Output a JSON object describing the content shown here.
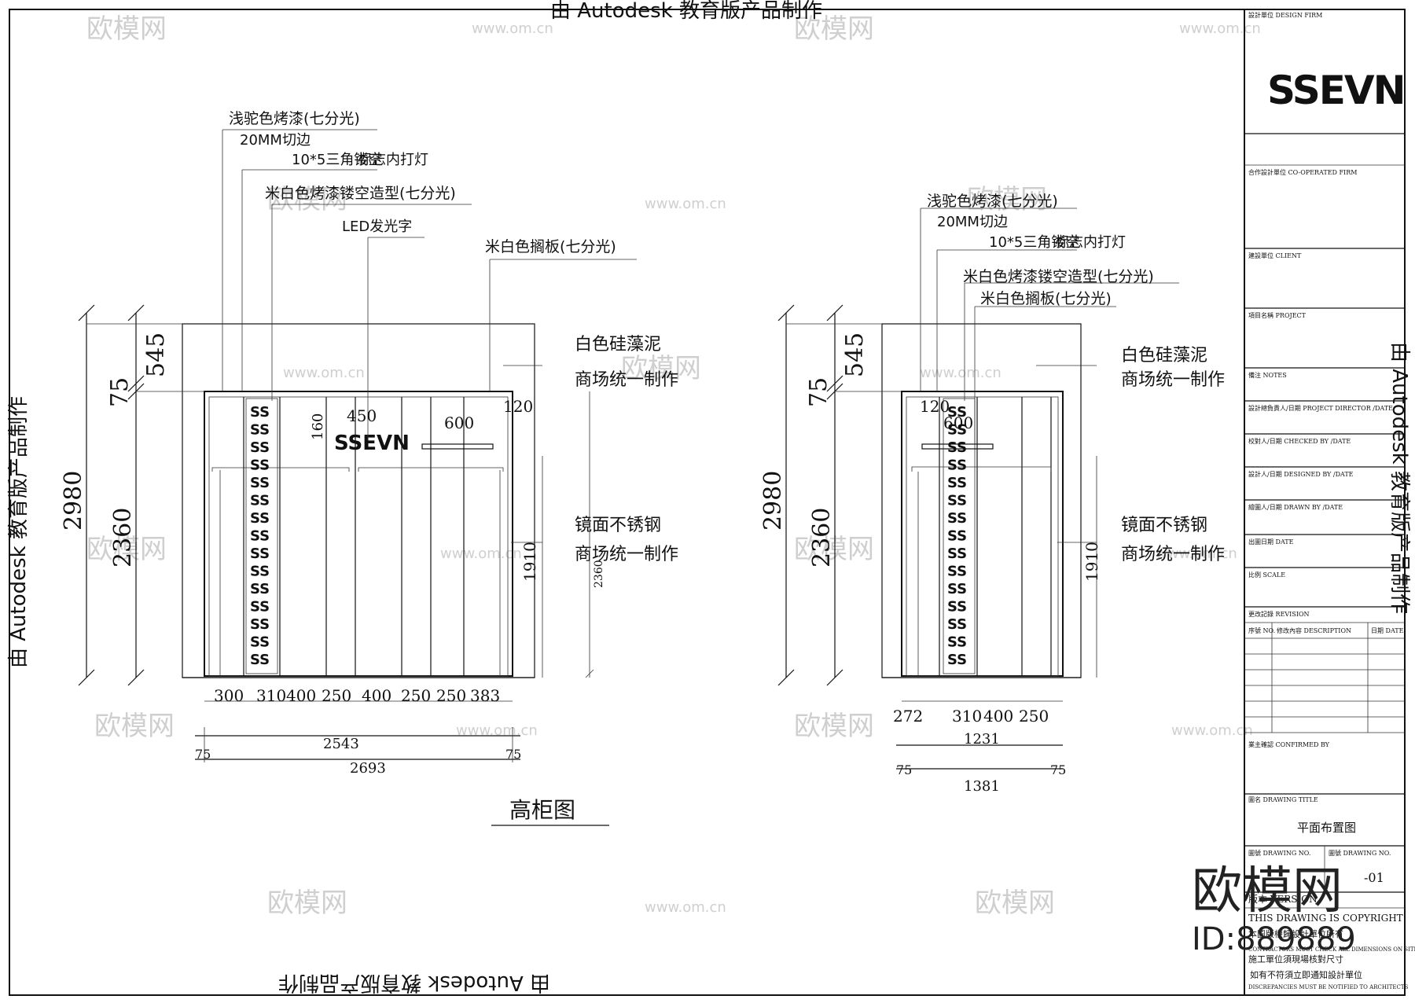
{
  "banner": {
    "top": "由 Autodesk 教育版产品制作",
    "bottom": "由 Autodesk 教育版产品制作",
    "left": "由 Autodesk 教育版产品制作",
    "right": "由 Autodesk 教育版产品制作"
  },
  "watermark": {
    "site": "www.om.cn",
    "short": "om.cn",
    "brand": "欧模网",
    "brand_big": "欧模网",
    "id": "ID:889889"
  },
  "left_elev": {
    "labels": {
      "l1": "浅驼色烤漆(七分光)",
      "l2": "20MM切边",
      "l3": "10*5三角镂空",
      "l3b": "标志内打灯",
      "l4": "米白色烤漆镂空造型(七分光)",
      "l5": "LED发光字",
      "l6": "米白色搁板(七分光)",
      "r1": "白色硅藻泥",
      "r1b": "商场统一制作",
      "r2": "镜面不锈钢",
      "r2b": "商场统一制作"
    },
    "dims": {
      "h545": "545",
      "h75": "75",
      "h2980": "2980",
      "h2360": "2360",
      "d160": "160",
      "d450": "450",
      "d600": "600",
      "d120": "120",
      "d1910": "1910",
      "d2360": "2360",
      "b1": "300",
      "b2": "310",
      "b3": "400",
      "b4": "250",
      "b5": "400",
      "b6": "250",
      "b7": "250",
      "b8": "383",
      "w2543": "2543",
      "w2693": "2693",
      "e75a": "75",
      "e75b": "75"
    },
    "logo": "SSEVN",
    "title": "高柜图"
  },
  "right_elev": {
    "labels": {
      "l1": "浅驼色烤漆(七分光)",
      "l2": "20MM切边",
      "l3": "10*5三角镂空",
      "l3b": "标志内打灯",
      "l4": "米白色烤漆镂空造型(七分光)",
      "l5": "米白色搁板(七分光)",
      "r1": "白色硅藻泥",
      "r1b": "商场统一制作",
      "r2": "镜面不锈钢",
      "r2b": "商场统一制作"
    },
    "dims": {
      "h545": "545",
      "h75": "75",
      "h2980": "2980",
      "h2360": "2360",
      "d120": "120",
      "d600": "600",
      "d1910": "1910",
      "b1": "272",
      "b2": "310",
      "b3": "400",
      "b4": "250",
      "w1231": "1231",
      "w1381": "1381",
      "e75a": "75",
      "e75b": "75"
    }
  },
  "title_block": {
    "design_unit": "設計單位 DESIGN FIRM",
    "logo": "SSEVN",
    "coop": "合作設計單位 CO-OPERATED FIRM",
    "client": "建設單位 CLIENT",
    "project": "項目名稱 PROJECT",
    "notes": "備注 NOTES",
    "director": "設計總負責人/日期 PROJECT DIRECTOR /DATE",
    "checked": "校對人/日期 CHECKED BY /DATE",
    "designed": "設計人/日期 DESIGNED BY /DATE",
    "drawn": "繪圖人/日期 DRAWN BY /DATE",
    "date": "出圖日期 DATE",
    "scale": "比例 SCALE",
    "rev": "更改記錄 REVISION",
    "col_no": "序號 NO.",
    "col_desc": "修改內容 DESCRIPTION",
    "col_date": "日期 DATE",
    "copyright_by": "業主確認 CONFIRMED BY",
    "drawing_title_label": "圖名 DRAWING TITLE",
    "drawing_title": "平面布置图",
    "drawing_no_label": "圖號 DRAWING NO.",
    "sheet_no_label": "圖號 DRAWING NO.",
    "sheet_no": "-01",
    "version_label": "版本 VERSION",
    "copyright1": "THIS DRAWING IS COPYRIGHT",
    "copyright2": "本圖版權歸設計單位所有",
    "contractor": "CONTRACTORS MUST CHECK ALL DIMENSIONS ON SITE",
    "contractor_cn": "施工單位須現場核對尺寸",
    "notify": "如有不符須立即通知設計單位",
    "notify_en": "DISCREPANCIES MUST BE NOTIFIED TO ARCHITECTS"
  }
}
